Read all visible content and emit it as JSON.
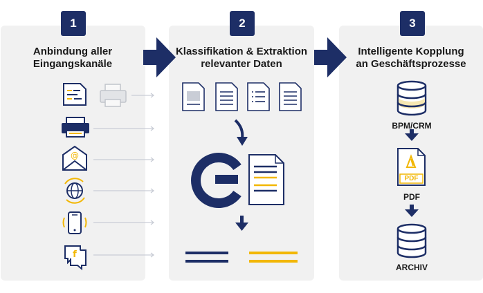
{
  "steps": [
    {
      "number": "1",
      "title_line1": "Anbindung aller",
      "title_line2": "Eingangskanäle"
    },
    {
      "number": "2",
      "title_line1": "Klassifikation & Extraktion",
      "title_line2": "relevanter Daten"
    },
    {
      "number": "3",
      "title_line1": "Intelligente Kopplung",
      "title_line2": "an Geschäftsprozesse"
    }
  ],
  "outputs": {
    "bpm": "BPM/CRM",
    "pdf": "PDF",
    "archive": "ARCHIV",
    "pdf_icon_text": "PDF"
  },
  "channels": [
    "document-scan",
    "fax",
    "email",
    "web",
    "mobile",
    "social"
  ],
  "colors": {
    "navy": "#1d2e66",
    "yellow": "#f2b705",
    "panel": "#f1f1f1",
    "connector": "#c9cdd6"
  }
}
